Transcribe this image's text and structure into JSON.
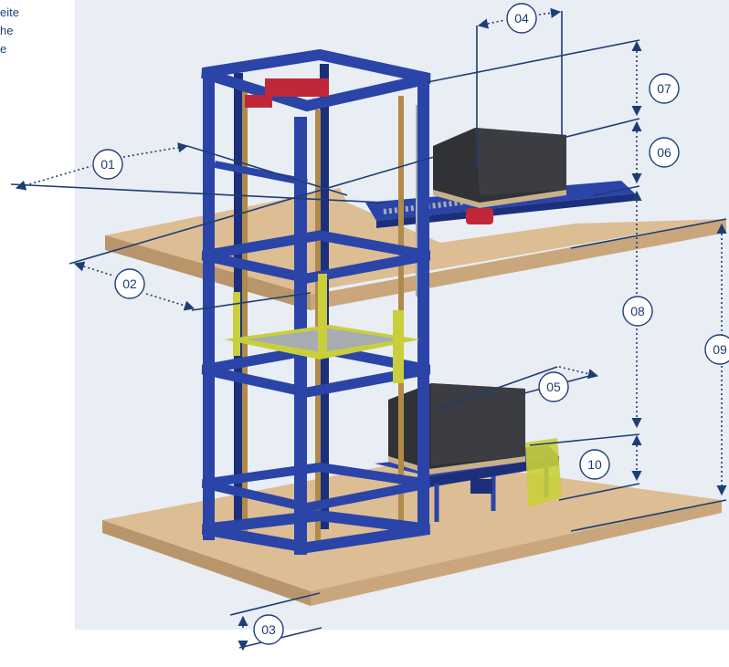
{
  "side_text": [
    "eite",
    "he",
    "e"
  ],
  "dimension_labels": {
    "d01": "01",
    "d02": "02",
    "d03": "03",
    "d04": "04",
    "d05": "05",
    "d06": "06",
    "d07": "07",
    "d08": "08",
    "d09": "09",
    "d10": "10"
  },
  "colors": {
    "panel_background": "#e9edf4",
    "floor_top": "#dcbd94",
    "floor_edge": "#b8956b",
    "frame_blue": "#2a44a8",
    "frame_blue_dark": "#1c2f7d",
    "guide_yellow": "#c9cf3a",
    "roller_grey": "#a7acb3",
    "load_black": "#303236",
    "motor_red": "#c0283a",
    "dimension_line": "#1e3d73"
  }
}
